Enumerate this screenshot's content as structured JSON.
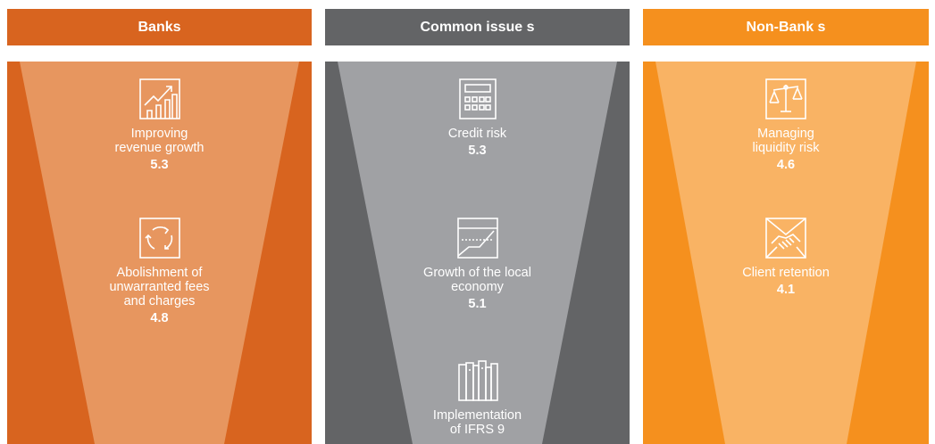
{
  "colors": {
    "banks": "#d8641f",
    "banks_funnel": "#e7965f",
    "common": "#636466",
    "common_funnel": "#a0a1a4",
    "nonbanks": "#f5901e",
    "nonbanks_funnel": "#f9b364"
  },
  "columns": [
    {
      "title": "Banks",
      "items": [
        {
          "icon": "growth-chart-icon",
          "label": "Improving\nrevenue growth",
          "value": "5.3"
        },
        {
          "icon": "cycle-arrows-icon",
          "label": "Abolishment of\nunwarranted fees\nand charges",
          "value": "4.8"
        }
      ]
    },
    {
      "title": "Common issue s",
      "items": [
        {
          "icon": "calculator-icon",
          "label": "Credit risk",
          "value": "5.3"
        },
        {
          "icon": "economy-graph-icon",
          "label": "Growth of the local\neconomy",
          "value": "5.1"
        },
        {
          "icon": "books-icon",
          "label": "Implementation\nof IFRS 9",
          "value": ""
        }
      ]
    },
    {
      "title": "Non-Bank s",
      "items": [
        {
          "icon": "scales-icon",
          "label": "Managing\nliquidity risk",
          "value": "4.6"
        },
        {
          "icon": "handshake-icon",
          "label": "Client retention",
          "value": "4.1"
        }
      ]
    }
  ]
}
